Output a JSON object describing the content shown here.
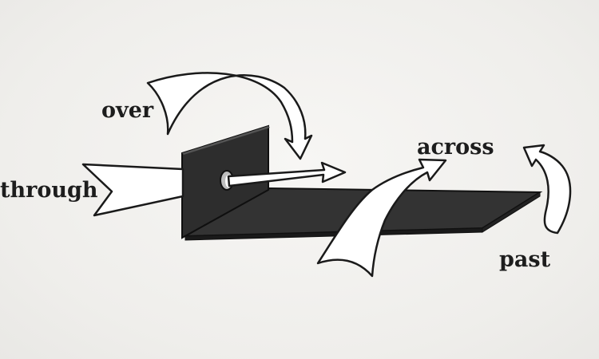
{
  "labels": {
    "over": "over",
    "through": "through",
    "across": "across",
    "past": "past"
  },
  "colors": {
    "surface_dark": "#2f2f2f",
    "surface_edge": "#111111",
    "arrow_fill": "#ffffff",
    "arrow_stroke": "#1a1a1a",
    "text": "#1d1d1d"
  }
}
